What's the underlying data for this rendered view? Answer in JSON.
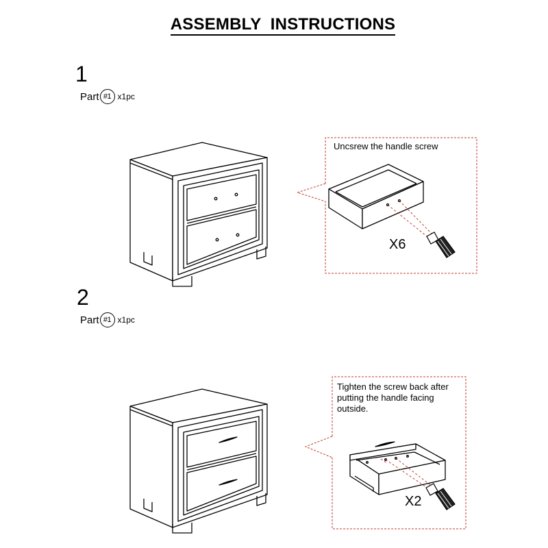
{
  "title": "ASSEMBLY  INSTRUCTIONS",
  "steps": [
    {
      "number": "1",
      "part_label": "Part",
      "part_number": "#1",
      "quantity": "x1pc",
      "callout": "Uncsrew the handle screw",
      "multiplier": "X6"
    },
    {
      "number": "2",
      "part_label": "Part",
      "part_number": "#1",
      "quantity": "x1pc",
      "callout": "Tighten the screw back after putting the handle facing outside.",
      "multiplier": "X2"
    }
  ],
  "colors": {
    "line": "#000000",
    "callout_border": "#c0392b"
  }
}
